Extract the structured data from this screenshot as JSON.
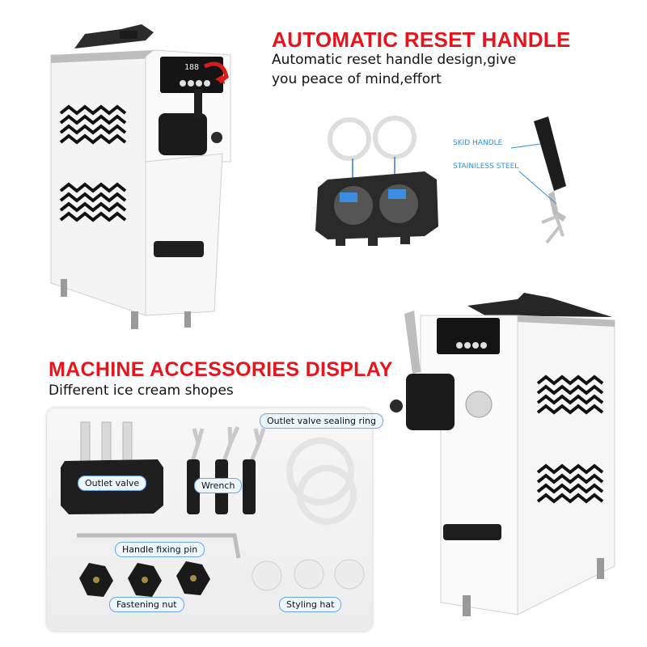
{
  "reset_section": {
    "title": "AUTOMATIC RESET HANDLE",
    "line1": "Automatic reset handle design,give",
    "line2": "you peace of mind,effort",
    "handle_labels": {
      "skid": "SKID HANDLE",
      "steel": "STAINILESS STEEL"
    }
  },
  "accessories_section": {
    "title": "MACHINE ACCESSORIES DISPLAY",
    "subtitle": "Different ice cream shopes",
    "items": {
      "outlet_valve": "Outlet valve",
      "wrench": "Wrench",
      "sealing_ring": "Outlet valve sealing ring",
      "fixing_pin": "Handle fixing pin",
      "fastening_nut": "Fastening nut",
      "styling_hat": "Styling hat"
    }
  },
  "machine_display": {
    "readout": "188"
  },
  "colors": {
    "headline": "#e8141c",
    "label_border": "#6aa6ea",
    "label_text": "#2b8fe0"
  }
}
